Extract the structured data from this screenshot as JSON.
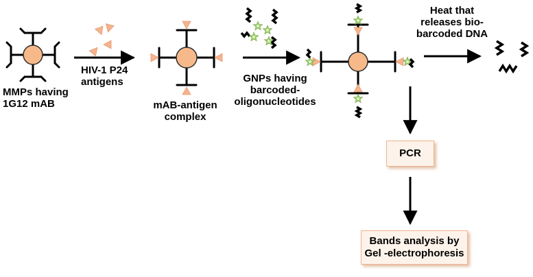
{
  "labels": {
    "mmps": [
      "MMPs having",
      "1G12 mAB"
    ],
    "antigens": [
      "HIV-1 P24",
      "antigens"
    ],
    "complex": [
      "mAB-antigen",
      "complex"
    ],
    "gnps": [
      "GNPs having",
      "barcoded-",
      "oligonucleotides"
    ],
    "heat": [
      "Heat that",
      "releases bio-",
      "barcoded DNA"
    ]
  },
  "boxes": {
    "pcr": "PCR",
    "bands": [
      "Bands analysis by",
      "Gel -electrophoresis"
    ]
  },
  "colors": {
    "bead_fill": "#f7b98a",
    "bead_stroke": "#2b2b2b",
    "antigen": "#f4b48e",
    "gnp": "#9fcf6a",
    "line": "#000000",
    "box_fill": "#fdf3ea",
    "box_border": "#f0b48c"
  }
}
